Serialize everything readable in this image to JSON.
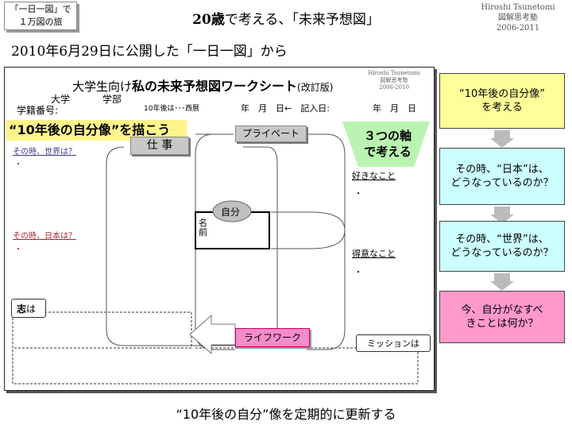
{
  "badge": {
    "line1": "「一日一図」で",
    "line2": "１万図の旅"
  },
  "slide": {
    "title_bold": "20歳",
    "title_rest": "で考える、「未来予想図」",
    "subtitle": "2010年6月29日に公開した「一日一図」から",
    "footer": "“10年後の自分”像を定期的に更新する"
  },
  "author": {
    "name": "Hiroshi Tsunetomi",
    "org": "図解思考塾",
    "years": "2006-2011"
  },
  "worksheet": {
    "title_prefix": "大学生向け",
    "title_main": "私の未来予想図ワークシート",
    "title_suffix": "(改訂版)",
    "author": {
      "name": "Hiroshi Tsunetomi",
      "org": "図解思考塾",
      "years": "2006-2010"
    },
    "fields": {
      "university": "大学",
      "faculty": "学部",
      "student_id": "学籍番号:",
      "ten_years": "10年後は･･･西暦",
      "date_line": "年　月　日←　記入日:",
      "fill_date": "年　月　日"
    },
    "headline": "“10年後の自分像”を描こう",
    "world_question": "その時、世界は？",
    "japan_question": "その時、日本は？",
    "bullet": "・",
    "tags": {
      "work": "仕 事",
      "private": "プライベート",
      "lifework": "ライフワーク",
      "self": "自分",
      "name": "名前"
    },
    "axes_label": {
      "line1": "３つの軸",
      "line2": "で考える"
    },
    "likes": "好きなこと",
    "strengths": "得意なこと",
    "aspiration_label_bold": "志",
    "aspiration_label_rest": "は",
    "mission_label": "ミッションは"
  },
  "flow": [
    {
      "line1": "“10年後の自分像”",
      "line2": "を考える",
      "color": "#ffff99"
    },
    {
      "line1": "その時、“日本”は、",
      "line2": "どうなっているのか？",
      "color": "#ccffff"
    },
    {
      "line1": "その時、“世界”は、",
      "line2": "どうなっているのか？",
      "color": "#ccffff"
    },
    {
      "line1": "今、自分がなすべ",
      "line2": "きことは何か？",
      "color": "#ff99cc"
    }
  ],
  "colors": {
    "highlight": "#fff48a",
    "green": "#b9f5b0",
    "pink": "#f48cc8",
    "world_text": "#3a3a8c",
    "japan_text": "#b02030",
    "tag_gray": "#c8c8c8"
  }
}
